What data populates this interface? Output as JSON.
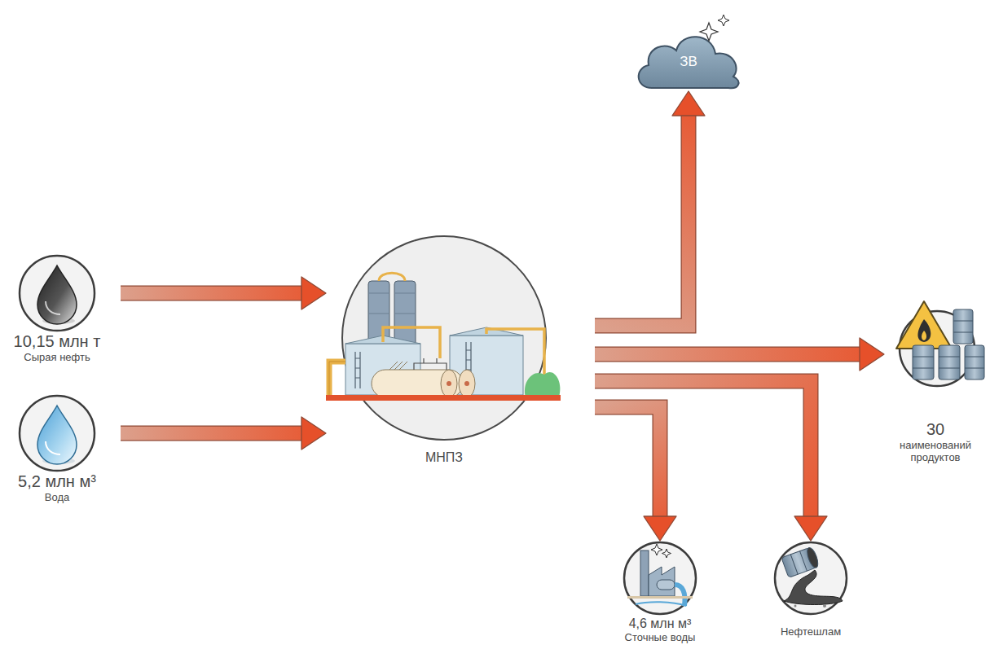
{
  "diagram": {
    "nodes": [
      {
        "text": [
          "10,15 млн т",
          "Сырая нефть"
        ]
      },
      {
        "text": [
          "5,2 млн м³",
          "Вода"
        ]
      },
      {
        "text": [
          "МНПЗ"
        ]
      },
      {
        "text": [
          "ЗВ"
        ]
      },
      {
        "text": [
          "30",
          "наименований продуктов"
        ]
      },
      {
        "text": [
          "4,6 млн м³",
          "Сточные воды"
        ]
      },
      {
        "text": [
          "Нефтешлам"
        ]
      }
    ],
    "edges": [
      {
        "from": 0,
        "to": 2,
        "arrow": "to"
      },
      {
        "from": 1,
        "to": 2,
        "arrow": "to"
      },
      {
        "from": 2,
        "to": 3,
        "arrow": "to"
      },
      {
        "from": 2,
        "to": 4,
        "arrow": "to"
      },
      {
        "from": 2,
        "to": 5,
        "arrow": "to"
      },
      {
        "from": 2,
        "to": 6,
        "arrow": "to"
      }
    ]
  }
}
